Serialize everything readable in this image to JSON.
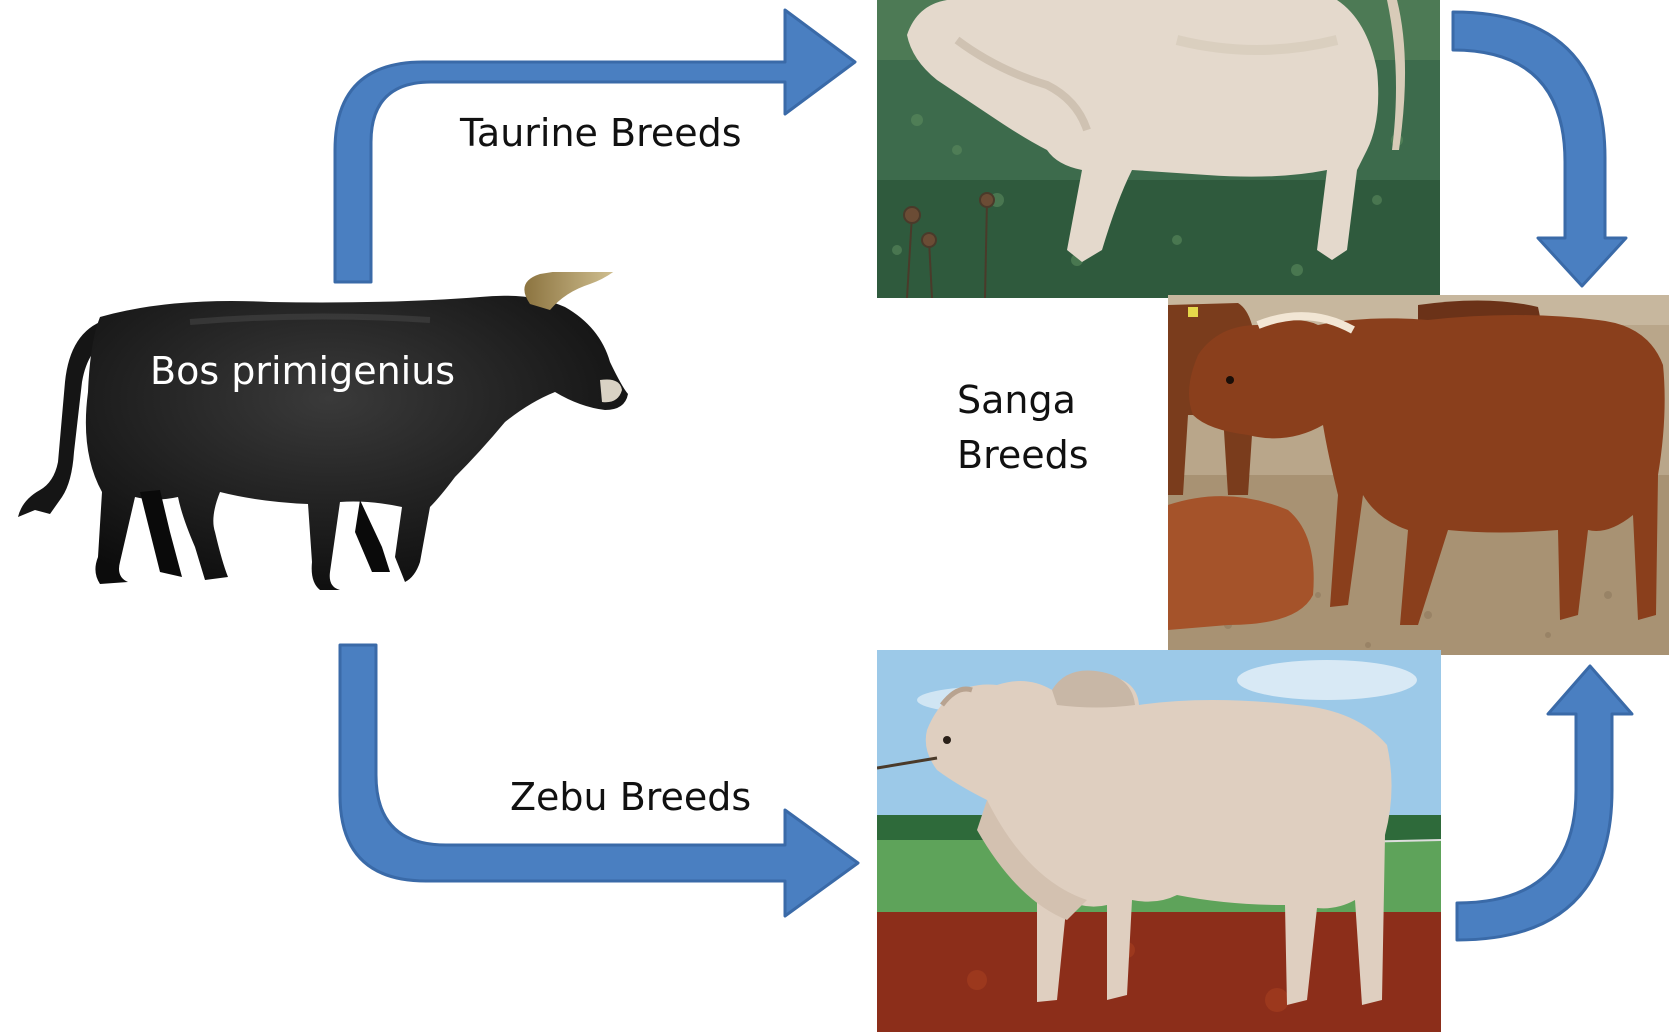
{
  "diagram": {
    "ancestor": {
      "label": "Bos primigenius",
      "image": "aurochs-silhouette"
    },
    "branches": [
      {
        "label": "Taurine Breeds",
        "image": "taurine-bull-photo"
      },
      {
        "label": "Zebu Breeds",
        "image": "zebu-bull-photo"
      }
    ],
    "hybrid": {
      "label_line1": "Sanga",
      "label_line2": "Breeds",
      "image": "sanga-bull-photo"
    },
    "colors": {
      "arrow_fill": "#4a7fc1",
      "arrow_stroke": "#3a6aa8",
      "label_text": "#111111",
      "ancestor_label_text": "#ffffff"
    }
  }
}
